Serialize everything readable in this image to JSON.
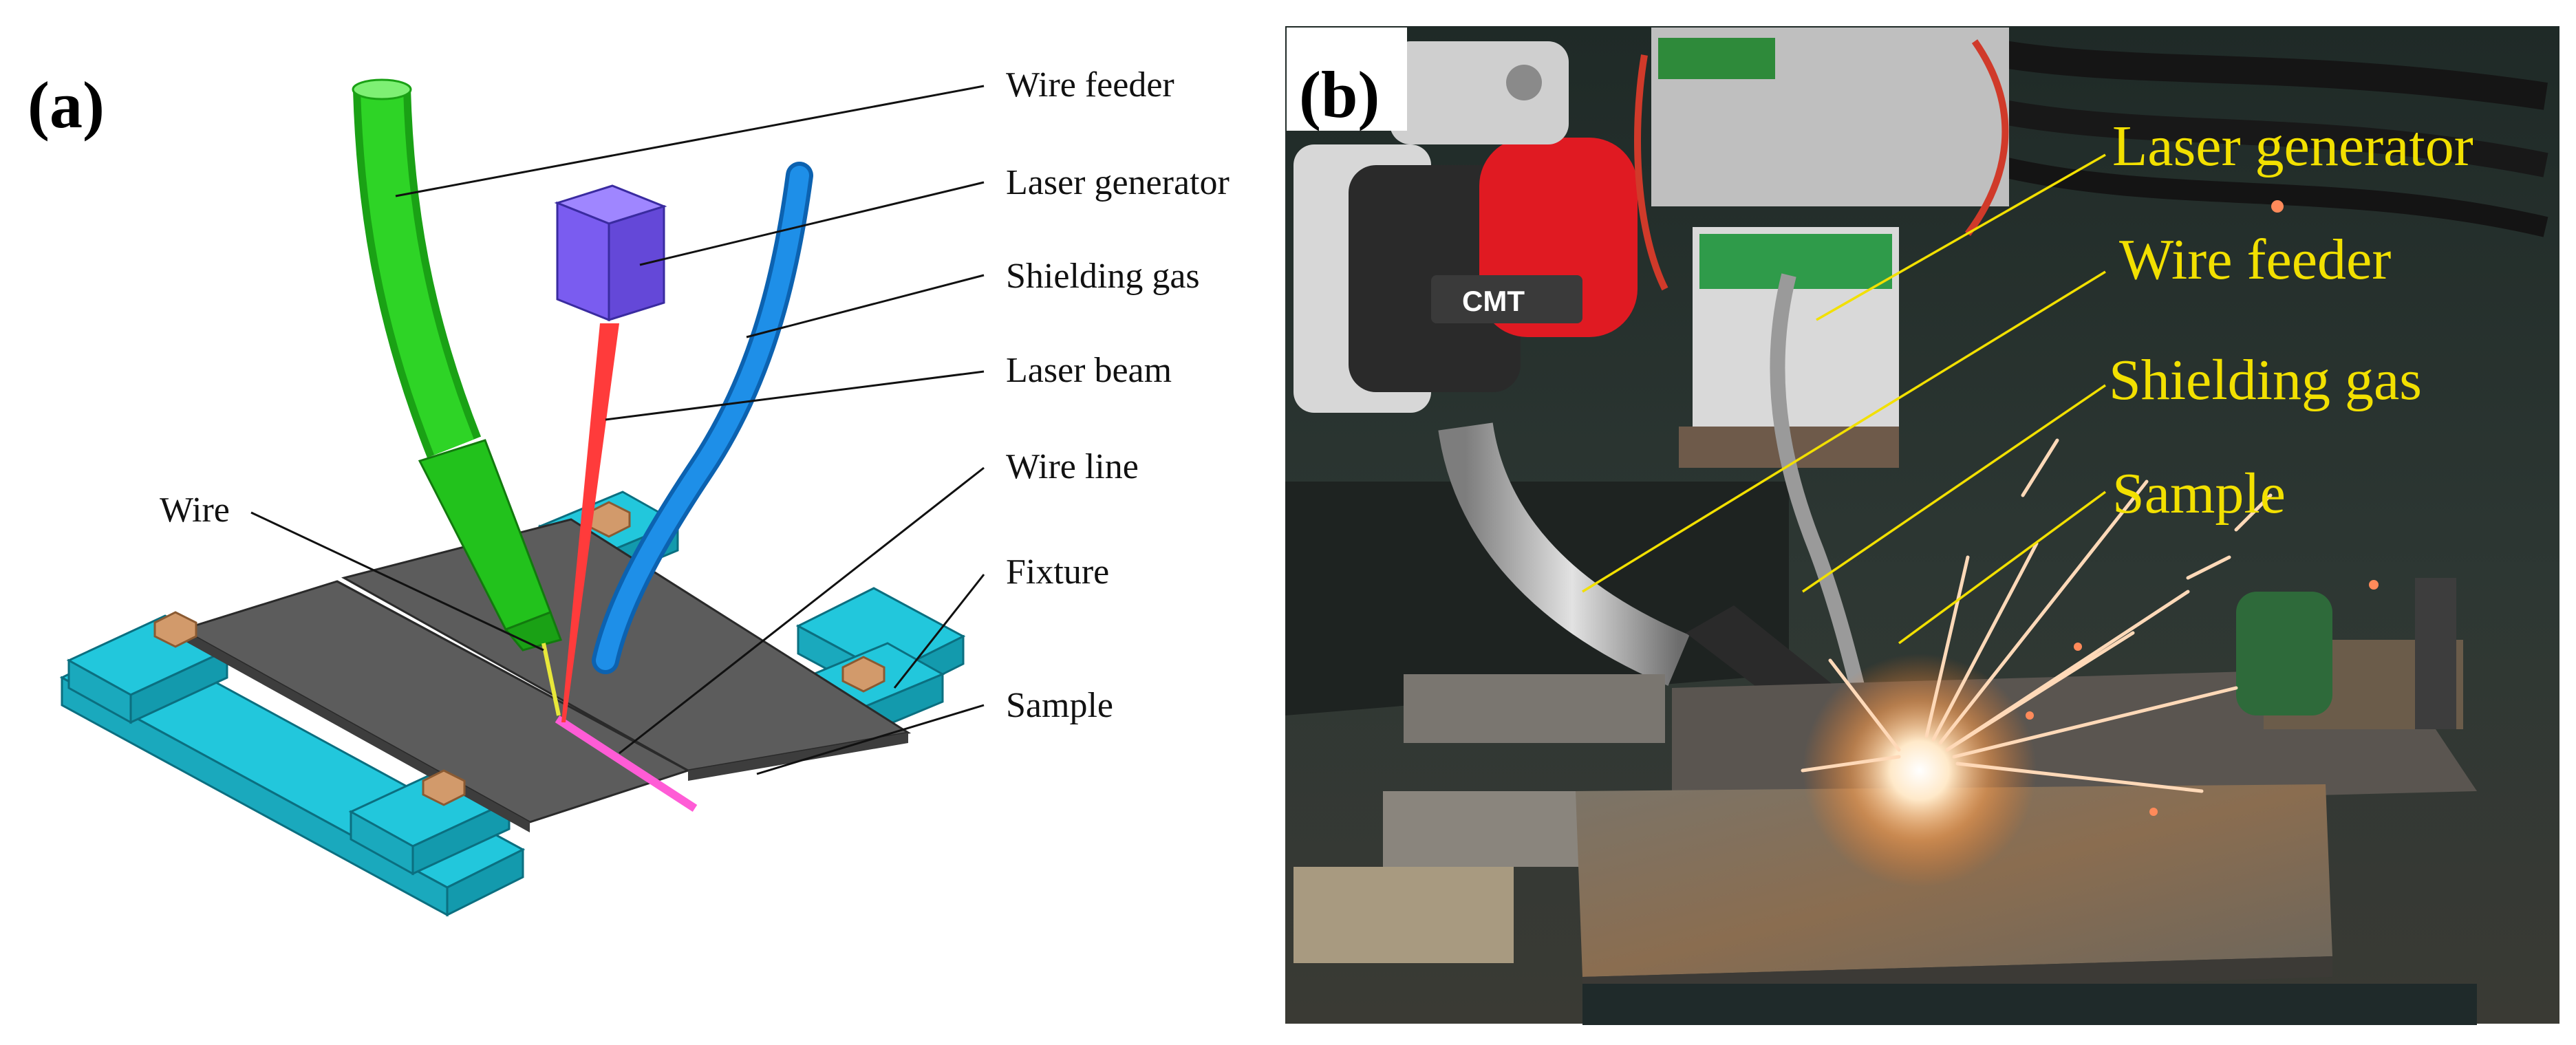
{
  "panel_a": {
    "letter": "(a)",
    "callouts": {
      "wire_feeder": "Wire feeder",
      "laser_generator": "Laser generator",
      "shielding_gas": "Shielding gas",
      "laser_beam": "Laser beam",
      "wire_line": "Wire line",
      "fixture": "Fixture",
      "sample": "Sample",
      "wire": "Wire"
    }
  },
  "panel_b": {
    "letter": "(b)",
    "torch_brand": "CMT",
    "callouts": {
      "laser_generator": "Laser generator",
      "wire_feeder": "Wire feeder",
      "shielding_gas": "Shielding gas",
      "sample": "Sample"
    }
  },
  "colors": {
    "fixture": "#22c7dc",
    "sample_plate": "#5c5c5c",
    "bolt": "#d29a6b",
    "wire_feeder": "#22c21c",
    "laser_generator": "#7a5cf0",
    "laser_beam": "#ff3b3b",
    "shielding_gas": "#1e8fe8",
    "wire_line": "#ff5cd6",
    "wire": "#e8e83a",
    "photo_label": "#f2e000"
  }
}
